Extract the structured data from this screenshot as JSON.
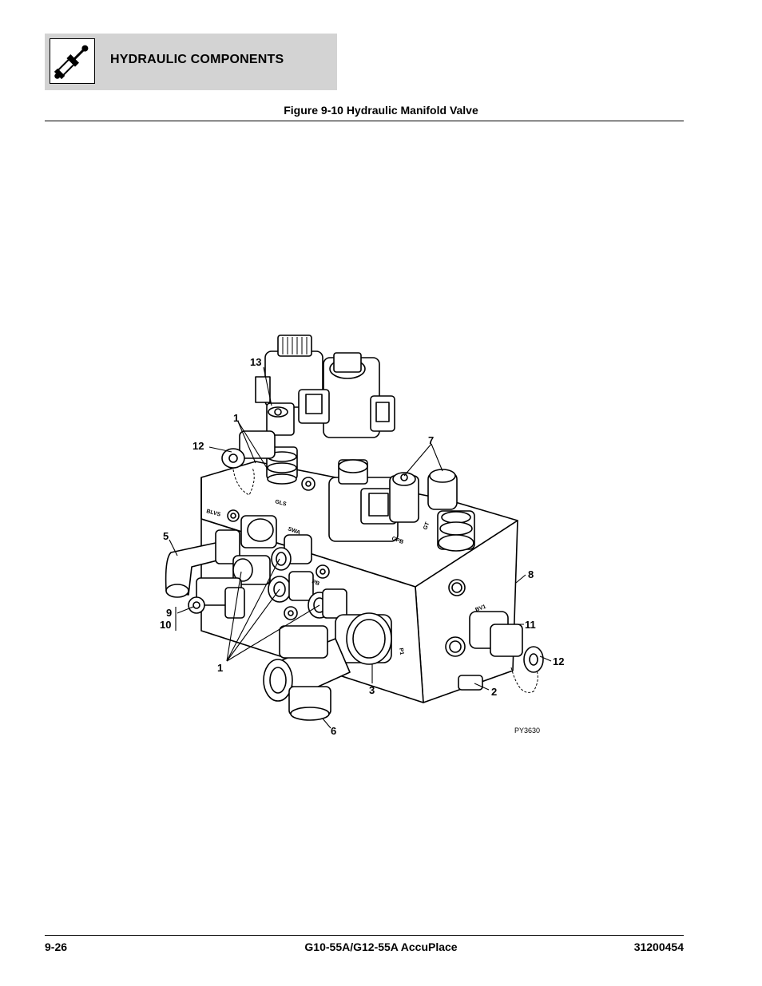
{
  "header": {
    "section_title": "HYDRAULIC COMPONENTS",
    "icon": "hydraulic-cylinder-icon"
  },
  "figure": {
    "title": "Figure 9-10 Hydraulic Manifold Valve",
    "drawing_id": "PY3630",
    "port_stamps": {
      "blvs": "BLVS",
      "gls": "GLS",
      "swa": "SWA",
      "pb": "PB",
      "gpb": "GPB",
      "gt": "GT",
      "bv1": "BV1",
      "p1": "P1"
    },
    "callouts": {
      "c13": "13",
      "c1_top": "1",
      "c12_left": "12",
      "c7": "7",
      "c5": "5",
      "c8": "8",
      "c9": "9",
      "c10": "10",
      "c11": "11",
      "c12_right": "12",
      "c1_bottom": "1",
      "c3": "3",
      "c2": "2",
      "c6": "6"
    }
  },
  "footer": {
    "page_number": "9-26",
    "model": "G10-55A/G12-55A AccuPlace",
    "doc_number": "31200454"
  }
}
